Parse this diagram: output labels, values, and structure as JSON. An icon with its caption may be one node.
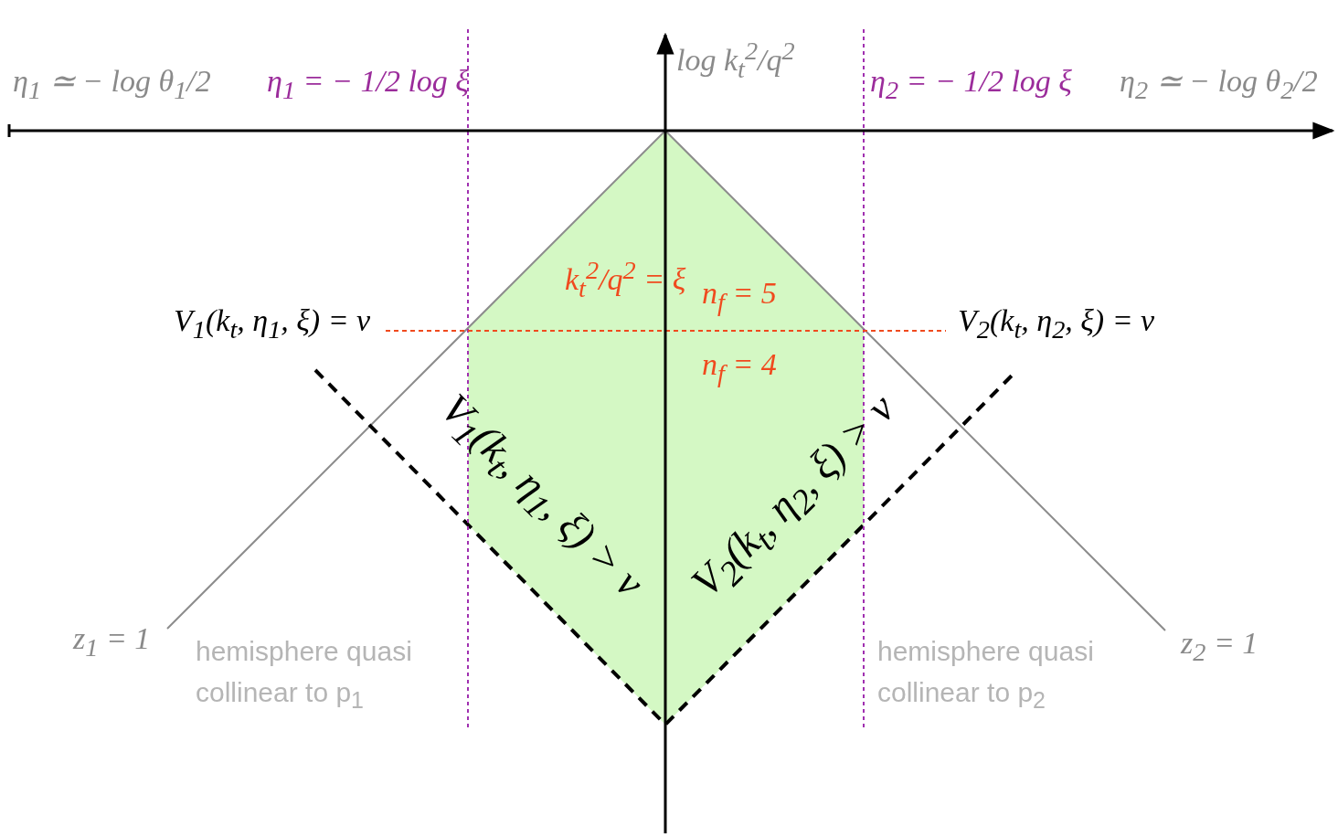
{
  "diagram": {
    "labels": [
      "η$_{1}$ ≃ − log θ$_{1}$/2",
      "η$_{1}$ = − 1/2 log ξ",
      "log k$_{t}$$^{2}$/q$^{2}$",
      "η$_{2}$ = − 1/2 log ξ",
      "η$_{2}$ ≃ − log θ$_{2}$/2",
      "k$_{t}$$^{2}$/q$^{2}$ = ξ",
      "n$_{f}$ = 5",
      "V$_{1}$(k$_{t}$, η$_{1}$, ξ) = v",
      "V$_{2}$(k$_{t}$, η$_{2}$, ξ) = v",
      "n$_{f}$ = 4",
      "V$_{1}$(k$_{t}$, η$_{1}$, ξ) > v",
      "V$_{2}$(k$_{t}$, η$_{2}$, ξ) > v",
      "z$_{1}$ = 1",
      "hemisphere quasi collinear to p$_{1}$",
      "hemisphere quasi collinear to p$_{2}$",
      "z$_{2}$ = 1"
    ]
  }
}
